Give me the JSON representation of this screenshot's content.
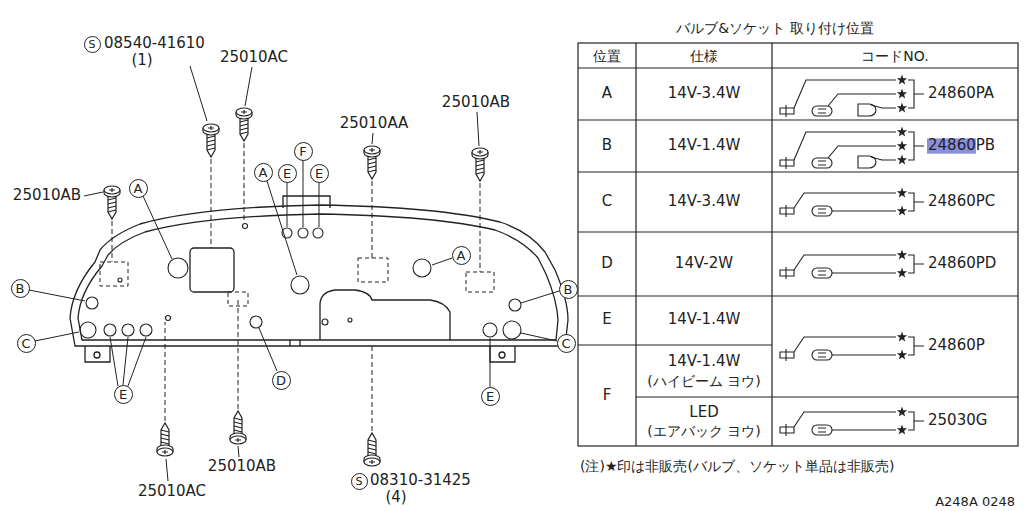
{
  "diagram": {
    "title": "バルブ&ソケット 取り付け位置",
    "nodes": [
      {
        "text": [
          "S"
        ]
      },
      {
        "text": [
          "F"
        ]
      },
      {
        "text": [
          "A"
        ]
      },
      {
        "text": [
          "E"
        ]
      },
      {
        "text": [
          "E"
        ]
      },
      {
        "text": [
          "A"
        ]
      },
      {
        "text": [
          "A"
        ]
      },
      {
        "text": [
          "B"
        ]
      },
      {
        "text": [
          "B"
        ]
      },
      {
        "text": [
          "C"
        ]
      },
      {
        "text": [
          "C"
        ]
      },
      {
        "text": [
          "D"
        ]
      },
      {
        "text": [
          "E"
        ]
      },
      {
        "text": [
          "E"
        ]
      },
      {
        "text": [
          "S"
        ]
      }
    ],
    "labels": [
      "08540-41610",
      "(1)",
      "25010AC",
      "25010AA",
      "25010AB",
      "25010AB",
      "25010AB",
      "25010AC",
      "08310-31425",
      "(4)",
      "位置",
      "仕様",
      "コードNO.",
      "A",
      "14V-3.4W",
      "24860PA",
      "B",
      "14V-1.4W",
      "24860PB",
      "C",
      "14V-3.4W",
      "24860PC",
      "D",
      "14V-2W",
      "24860PD",
      "E",
      "14V-1.4W",
      "24860P",
      "F",
      "14V-1.4W",
      "(ハイビーム ヨウ)",
      "LED",
      "(エアバック ヨウ)",
      "25030G",
      "(注)★印は非販売(バルブ、ソケット単品は非販売)",
      "A248A 0248"
    ]
  }
}
